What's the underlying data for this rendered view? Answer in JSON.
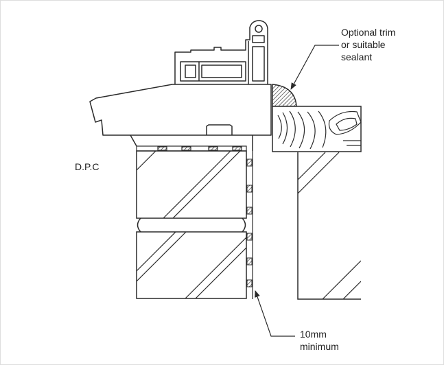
{
  "labels": {
    "trim_line1": "Optional trim",
    "trim_line2": "or suitable",
    "trim_line3": "sealant",
    "dpc": "D.P.C",
    "gap_line1": "10mm",
    "gap_line2": "minimum"
  },
  "colors": {
    "line": "#2a2a2a",
    "background": "#ffffff",
    "frame": "#dddddd"
  }
}
